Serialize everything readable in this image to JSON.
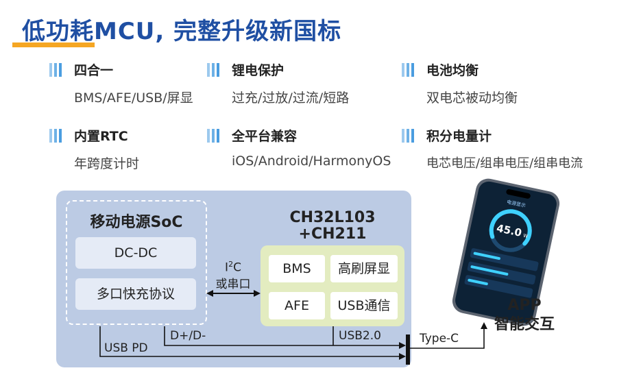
{
  "title": "低功耗MCU, 完整升级新国标",
  "colors": {
    "title": "#1f4fa3",
    "accent": "#f5a623",
    "panel": "#bccbe4",
    "mcu_panel": "#e3ecc0",
    "bars": "#4a9de0"
  },
  "features": [
    {
      "title": "四合一",
      "desc": "BMS/AFE/USB/屏显"
    },
    {
      "title": "锂电保护",
      "desc": "过充/过放/过流/短路"
    },
    {
      "title": "电池均衡",
      "desc": "双电芯被动均衡"
    },
    {
      "title": "内置RTC",
      "desc": "年跨度计时"
    },
    {
      "title": "全平台兼容",
      "desc": "iOS/Android/HarmonyOS"
    },
    {
      "title": "积分电量计",
      "desc": "电芯电压/组串电压/组串电流"
    }
  ],
  "diagram": {
    "soc_title": "移动电源SoC",
    "soc_items": [
      "DC-DC",
      "多口快充协议"
    ],
    "mcu_title_line1": "CH32L103",
    "mcu_title_line2": "+CH211",
    "mcu_items": [
      "BMS",
      "高刷屏显",
      "AFE",
      "USB通信"
    ],
    "i2c_prefix": "I",
    "i2c_sup": "2",
    "i2c_suffix": "C",
    "i2c_line2": "或串口",
    "usb_pd": "USB PD",
    "dpdm": "D+/D-",
    "usb2": "USB2.0",
    "type_c": "Type-C",
    "app_line1": "APP",
    "app_line2": "智能交互"
  },
  "phone": {
    "header": "电源显示",
    "power_value": "45.0",
    "power_unit": "W"
  }
}
